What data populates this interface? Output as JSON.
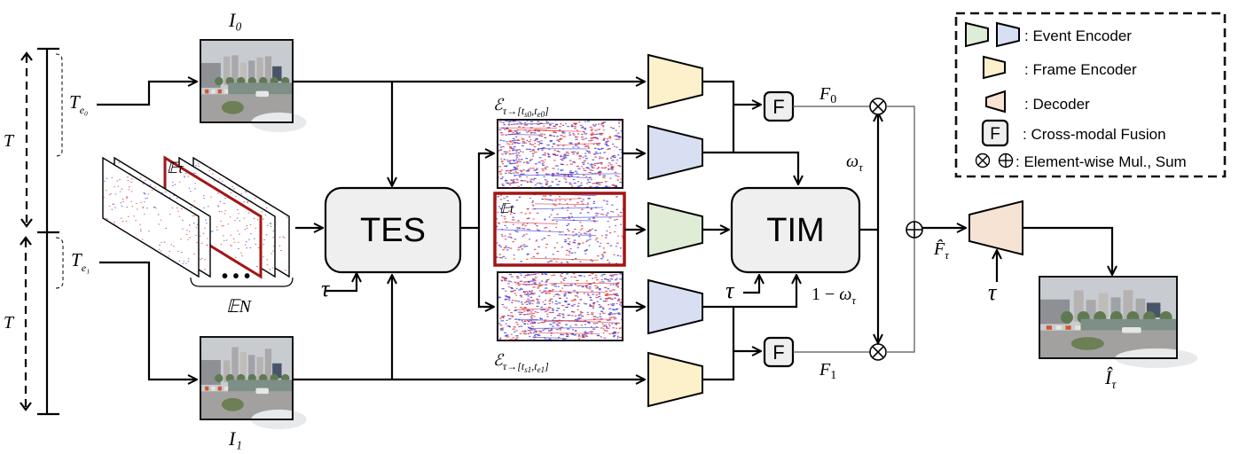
{
  "modules": {
    "tes": "TES",
    "tim": "TIM",
    "fusion": "F"
  },
  "labels": {
    "T_top": "T",
    "T_bottom": "T",
    "Te0": "T",
    "Te0_sub": "e₀",
    "Te1": "T",
    "Te1_sub": "e₁",
    "I0": "I₀",
    "I1": "I₁",
    "E_tau": "𝔼τ",
    "E_N": "𝔼N",
    "ellipsis": "• • •",
    "tau_tes": "τ",
    "tau_tim": "τ",
    "tau_dec": "τ",
    "event_top": "ℰτ→[ts₀,te₀]",
    "event_bottom": "ℰτ→[ts₁,te₁]",
    "F0": "F₀",
    "F1": "F₁",
    "omega": "ωτ",
    "one_minus_omega": "1 − ωτ",
    "F_hat": "F̂τ",
    "I_hat": "Îτ"
  },
  "legend": {
    "items": [
      {
        "icon": "event-encoder-icons",
        "label": ": Event Encoder"
      },
      {
        "icon": "frame-encoder-icon",
        "label": ": Frame Encoder"
      },
      {
        "icon": "decoder-icon",
        "label": ": Decoder"
      },
      {
        "icon": "fusion-icon",
        "label": ": Cross-modal Fusion",
        "glyph": "F"
      },
      {
        "icon": "mul-sum-icons",
        "label": ": Element-wise Mul., Sum",
        "glyph": "⊗ ⊕"
      }
    ]
  },
  "colors": {
    "event_encoder_green": "#dfecd6",
    "event_encoder_blue": "#d9dff2",
    "frame_encoder": "#fdf1cc",
    "decoder": "#f7e3d4",
    "module_fill": "#efefef",
    "highlight_red": "#a31515",
    "event_pos": "#d8232a",
    "event_neg": "#2a2ad8"
  }
}
